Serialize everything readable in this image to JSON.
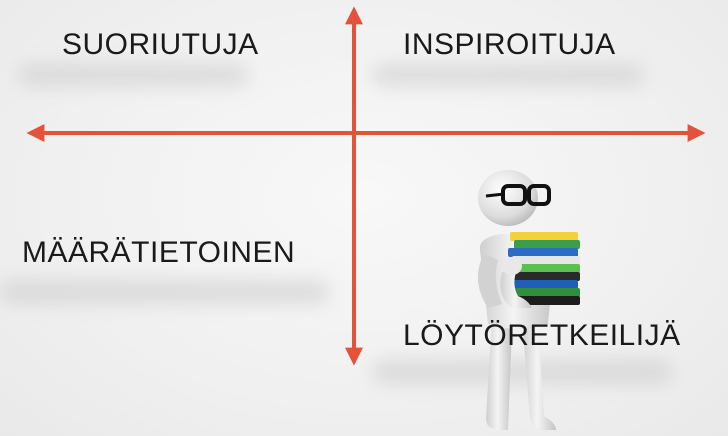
{
  "quadrants": {
    "top_left": "SUORIUTUJA",
    "top_right": "INSPIROITUJA",
    "middle_left": "MÄÄRÄTIETOINEN",
    "bottom_right": "LÖYTÖRETKEILIJÄ"
  },
  "colors": {
    "axis": "#e5523b",
    "text": "#1a1a1a",
    "background": "#f2f2f2"
  },
  "illustration": "person-carrying-books-icon"
}
